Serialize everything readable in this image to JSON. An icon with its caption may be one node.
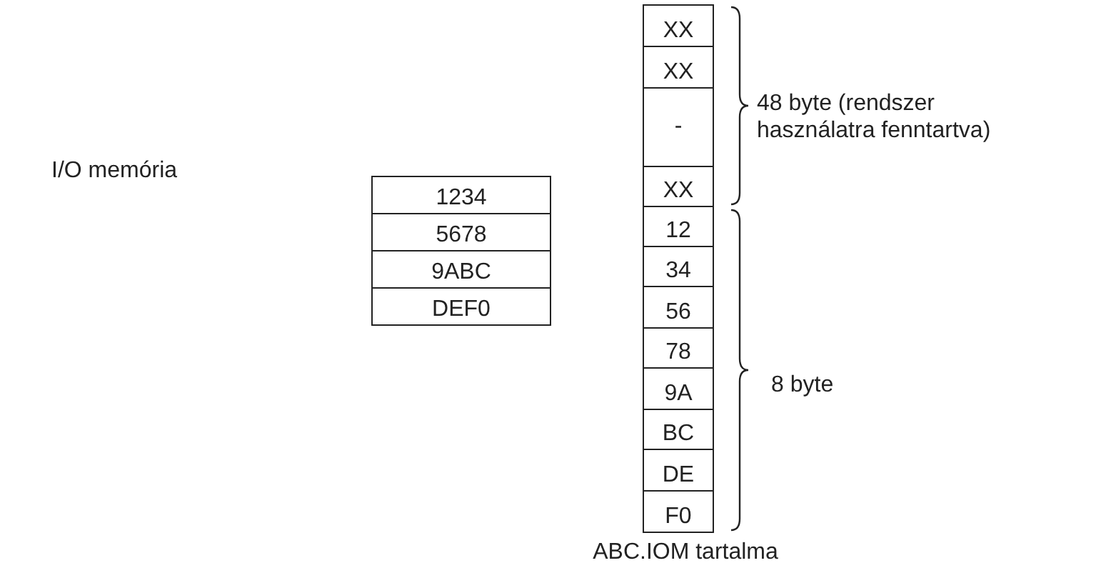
{
  "diagram": {
    "nodes": [
      {
        "text": [
          "1234"
        ]
      },
      {
        "text": [
          "5678"
        ]
      },
      {
        "text": [
          "9ABC"
        ]
      },
      {
        "text": [
          "DEF0"
        ]
      },
      {
        "text": [
          "XX"
        ]
      },
      {
        "text": [
          "XX"
        ]
      },
      {
        "text": [
          "-"
        ]
      },
      {
        "text": [
          "XX"
        ]
      },
      {
        "text": [
          "12"
        ]
      },
      {
        "text": [
          "34"
        ]
      },
      {
        "text": [
          "56"
        ]
      },
      {
        "text": [
          "78"
        ]
      },
      {
        "text": [
          "9A"
        ]
      },
      {
        "text": [
          "BC"
        ]
      },
      {
        "text": [
          "DE"
        ]
      },
      {
        "text": [
          "F0"
        ]
      }
    ],
    "labels": [
      "48 byte (rendszer használatra fenntartva)",
      "I/O memória",
      "8 byte",
      "ABC.IOM tartalma"
    ]
  }
}
